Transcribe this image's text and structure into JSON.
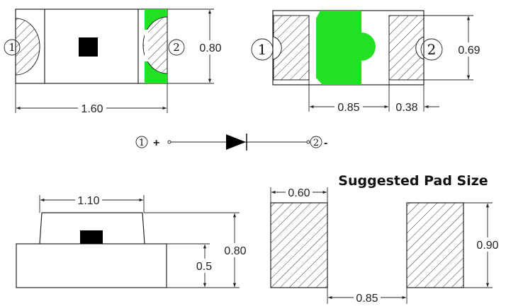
{
  "colors": {
    "green": "#22e022",
    "line": "#222222",
    "fill_black": "#000000"
  },
  "top_view": {
    "pin1": "1",
    "pin2": "2",
    "height": "0.80",
    "length": "1.60"
  },
  "bottom_view": {
    "pin1": "1",
    "pin2": "2",
    "pad_height": "0.69",
    "center_width": "0.85",
    "pad_width": "0.38"
  },
  "schematic": {
    "pin1": "1",
    "pin1_polarity": "+",
    "pin2": "2",
    "pin2_polarity": "-",
    "symbol": "diode-icon"
  },
  "side_view": {
    "lens_width": "1.10",
    "total_height": "0.80",
    "base_height": "0.5"
  },
  "pad_layout": {
    "title": "Suggested Pad Size",
    "pad_width": "0.60",
    "pad_height": "0.90",
    "pad_gap": "0.85"
  }
}
